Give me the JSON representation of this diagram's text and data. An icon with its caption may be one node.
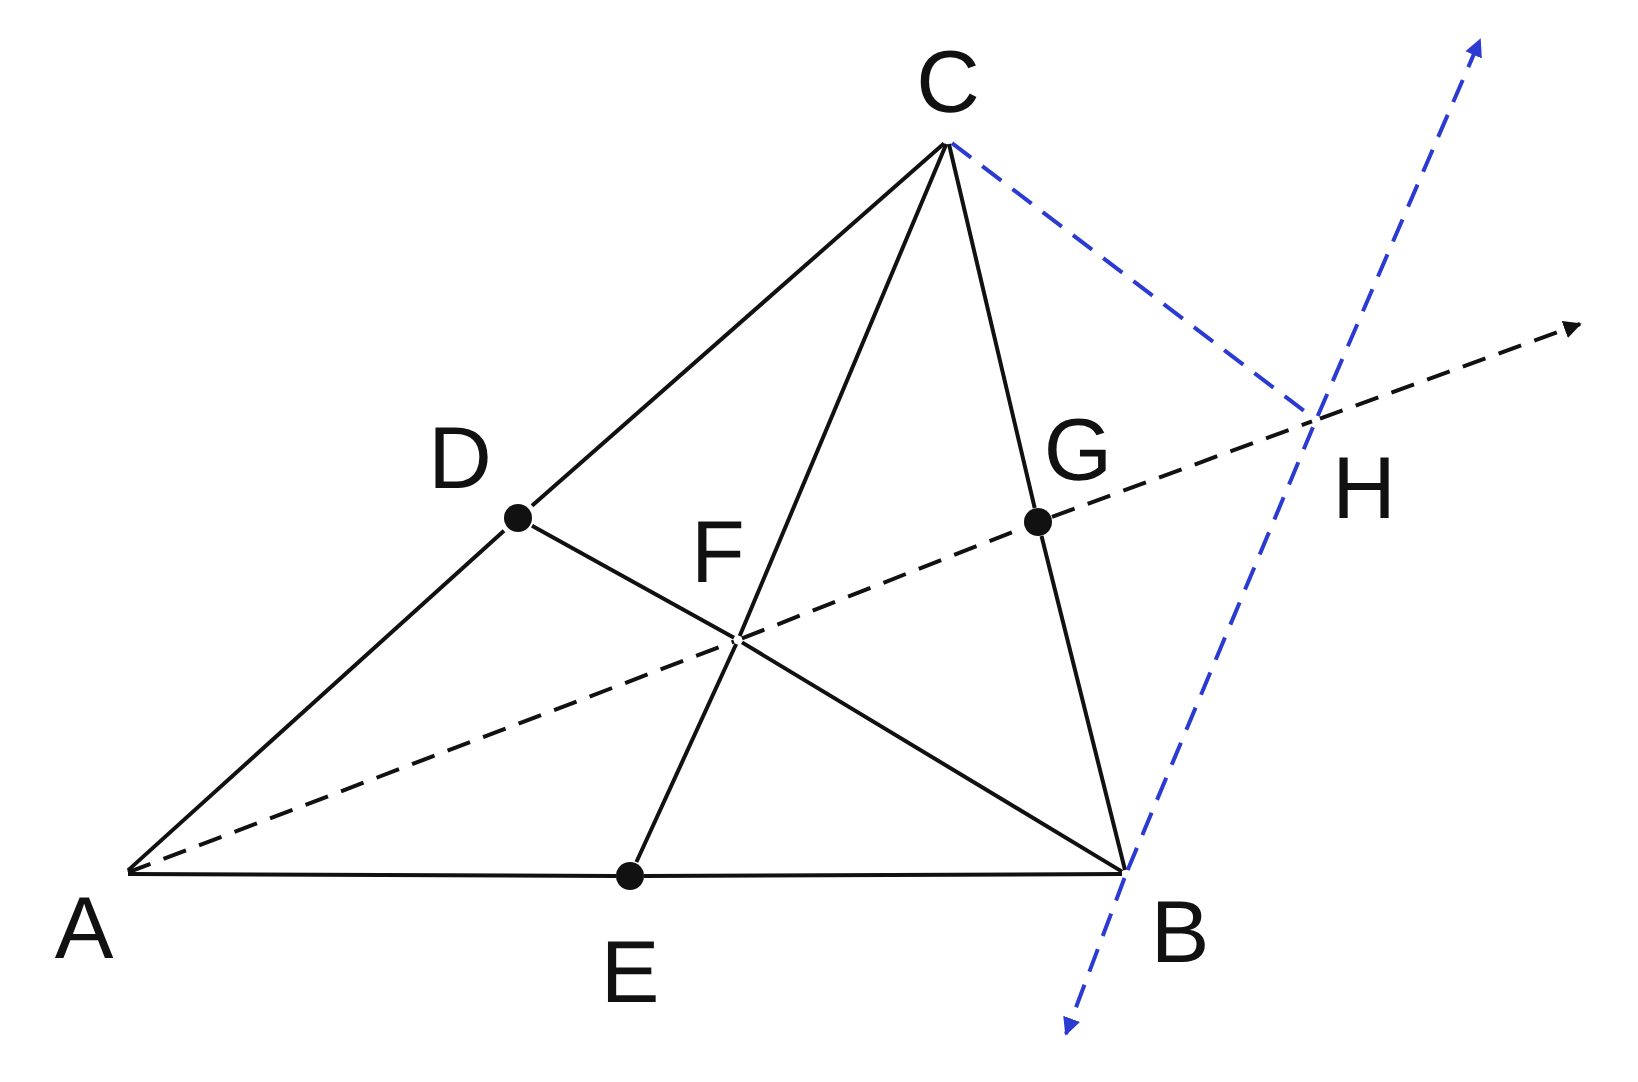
{
  "diagram": {
    "nodes": [
      {
        "text": [
          "A"
        ]
      },
      {
        "text": [
          "B"
        ]
      },
      {
        "text": [
          "C"
        ]
      },
      {
        "text": [
          "D"
        ]
      },
      {
        "text": [
          "E"
        ]
      },
      {
        "text": [
          "F"
        ]
      },
      {
        "text": [
          "G"
        ]
      },
      {
        "text": [
          "H"
        ]
      }
    ],
    "edges": [
      {
        "from": 0,
        "to": 4,
        "arrow": "none"
      },
      {
        "from": 4,
        "to": 1,
        "arrow": "none"
      },
      {
        "from": 0,
        "to": 3,
        "arrow": "none"
      },
      {
        "from": 3,
        "to": 2,
        "arrow": "none"
      },
      {
        "from": 2,
        "to": 6,
        "arrow": "none"
      },
      {
        "from": 6,
        "to": 1,
        "arrow": "none"
      },
      {
        "from": 2,
        "to": 5,
        "arrow": "none"
      },
      {
        "from": 5,
        "to": 4,
        "arrow": "none"
      },
      {
        "from": 3,
        "to": 5,
        "arrow": "none"
      },
      {
        "from": 5,
        "to": 1,
        "arrow": "none"
      },
      {
        "from": 0,
        "to": 5,
        "arrow": "none",
        "style": "dashed"
      },
      {
        "from": 5,
        "to": 6,
        "arrow": "none",
        "style": "dashed"
      },
      {
        "from": 6,
        "to": 7,
        "arrow": "none",
        "style": "dashed"
      },
      {
        "from": 7,
        "to": null,
        "arrow": "to",
        "style": "dashed"
      },
      {
        "from": 2,
        "to": 7,
        "arrow": "none",
        "style": "dashed",
        "color": "#2b3bd1"
      },
      {
        "from": 1,
        "to": 7,
        "arrow": "none",
        "style": "dashed",
        "color": "#2b3bd1"
      },
      {
        "from": 1,
        "to": null,
        "arrow": "to",
        "style": "dashed",
        "color": "#2b3bd1"
      },
      {
        "from": 7,
        "to": null,
        "arrow": "to",
        "style": "dashed",
        "color": "#2b3bd1"
      }
    ]
  }
}
